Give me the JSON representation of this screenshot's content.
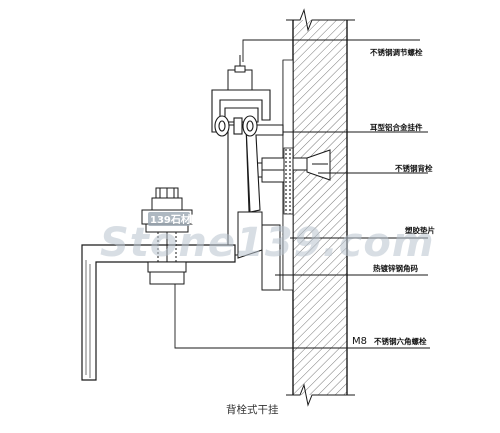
{
  "labels": {
    "adjust_bolt": "不锈钢调节螺栓",
    "hanger": "耳型铝合金挂件",
    "back_bolt": "不锈钢背栓",
    "rubber_pad": "塑胶垫片",
    "angle_steel": "热镀锌钢角码",
    "m8_prefix": "M8",
    "m8_bolt": "不锈钢六角螺栓"
  },
  "caption": "背栓式干挂",
  "watermark": {
    "small": "139石材网",
    "large": "Stone139.com"
  },
  "colors": {
    "line": "#1a1a1a",
    "hatch": "#555555",
    "watermark": "#b9c4cf",
    "watermark_badge": "#9aa6b2"
  }
}
